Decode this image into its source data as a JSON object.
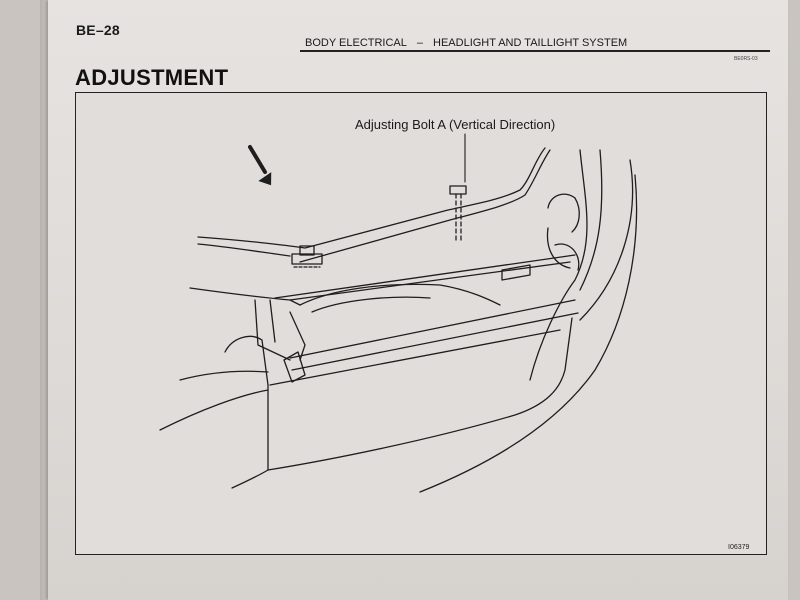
{
  "header": {
    "page_number": "BE–28",
    "section": "BODY ELECTRICAL",
    "separator": "–",
    "subsection": "HEADLIGHT AND TAILLIGHT SYSTEM",
    "doc_code": "BE0RS-03"
  },
  "title": "ADJUSTMENT",
  "figure": {
    "callout_label": "Adjusting Bolt A (Vertical Direction)",
    "figure_code": "I06379"
  }
}
